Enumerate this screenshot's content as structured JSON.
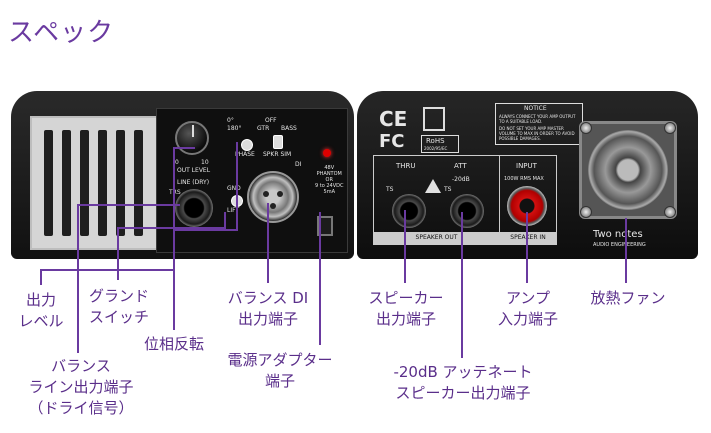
{
  "title": "スペック",
  "left_panel": {
    "out_level": "OUT LEVEL",
    "knob_min": "0",
    "knob_max": "10",
    "phase_0": "0°",
    "phase_180": "180°",
    "phase": "PHASE",
    "gtr": "GTR",
    "off": "OFF",
    "bass": "BASS",
    "spkr_sim": "SPKR SIM",
    "di": "DI",
    "line_dry": "LINE (DRY)",
    "trs": "TRS",
    "gnd": "GND",
    "lift": "LIFT",
    "phantom": "48V\nPHANTOM\nOR\n9 to 24VDC\n5mA"
  },
  "right_panel": {
    "ce": "CE",
    "fc": "FC",
    "rohs": "RoHS",
    "rohs_sub": "2002/95/EC",
    "notice_title": "NOTICE",
    "notice_text_1": "ALWAYS CONNECT YOUR AMP OUTPUT TO A SUITABLE LOAD.",
    "notice_text_2": "DO NOT SET YOUR AMP MASTER VOLUME TO MAX IN ORDER TO AVOID POSSIBLE DAMAGES.",
    "thru": "THRU",
    "att": "ATT",
    "minus20db": "-20dB",
    "ts": "TS",
    "speaker_out": "SPEAKER OUT",
    "input": "INPUT",
    "rms": "100W RMS MAX",
    "speaker_in": "SPEAKER IN",
    "brand": "Two notes",
    "brand_sub": "AUDIO ENGINEERING"
  },
  "callouts": {
    "output_level": "出力\nレベル",
    "ground_switch": "グランド\nスイッチ",
    "phase_invert": "位相反転",
    "balanced_di": "バランス DI\n出力端子",
    "power_adapter": "電源アダプター\n端子",
    "balanced_line": "バランス\nライン出力端子\n（ドライ信号）",
    "speaker_out": "スピーカー\n出力端子",
    "att_speaker_out": "-20dB アッテネート\nスピーカー出力端子",
    "amp_input": "アンプ\n入力端子",
    "fan": "放熱ファン"
  },
  "colors": {
    "accent": "#5a2e8a",
    "title": "#6a3aa0",
    "line": "#6a3aa0"
  }
}
